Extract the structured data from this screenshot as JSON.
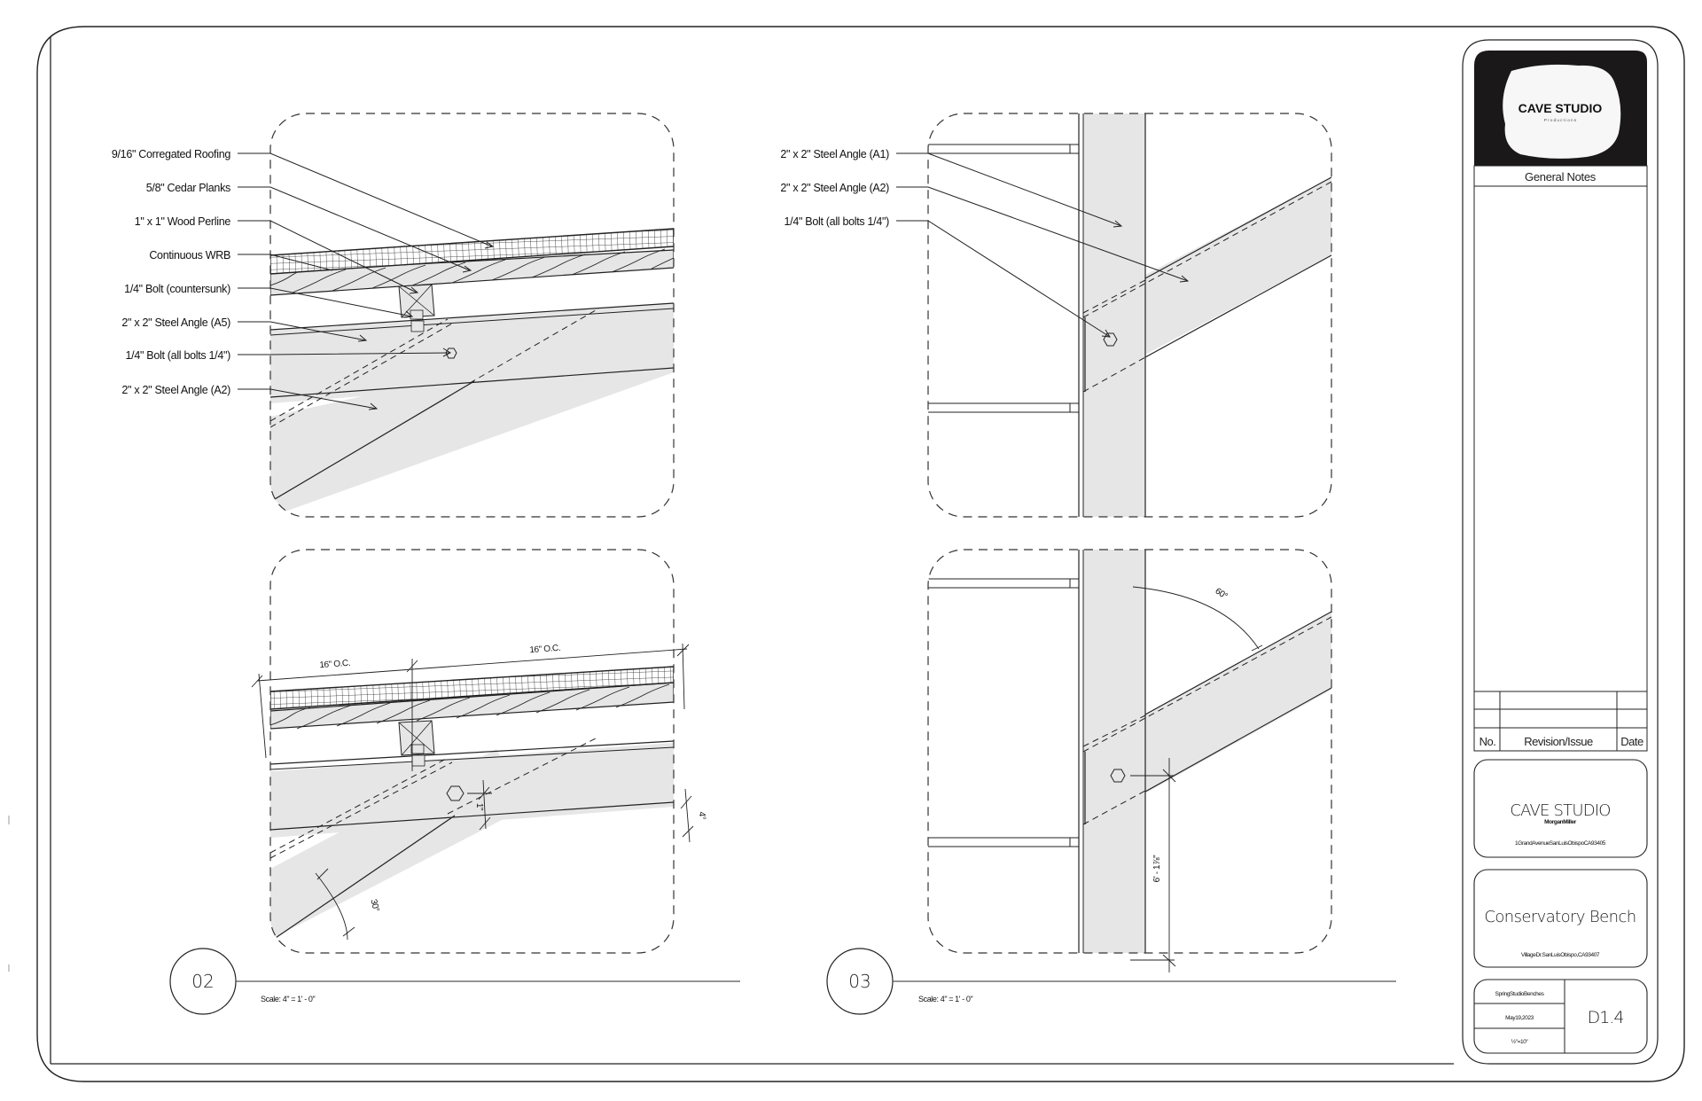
{
  "sheet": {
    "company_logo_title": "CAVE STUDIO",
    "company_logo_subtitle": "P r o d u c t i o n s",
    "general_notes_label": "General Notes",
    "revision_table": {
      "headers": [
        "No.",
        "Revision/Issue",
        "Date"
      ],
      "rows": [
        [
          "",
          "",
          ""
        ],
        [
          "",
          "",
          ""
        ]
      ]
    },
    "firm": {
      "name": "CAVE STUDIO",
      "person": "MorganMiller",
      "address": "1GrandAvenueSanLuisObispoCA93405"
    },
    "project": {
      "name": "Conservatory Bench",
      "address": "VillageDr.SanLuisObispo,CA93407"
    },
    "info": {
      "client": "SpringStudioBenches",
      "date": "May19,2023",
      "scale": "½\"=10\"",
      "sheet_number": "D1.4"
    }
  },
  "details": [
    {
      "id": "02",
      "scale": "Scale: 4\" = 1' - 0\"",
      "callouts": [
        "9/16\" Corregated Roofing",
        "5/8\" Cedar Planks",
        "1\" x 1\" Wood Perline",
        "Continuous WRB",
        "1/4\" Bolt (countersunk)",
        "2\" x 2\" Steel Angle (A5)",
        "1/4\" Bolt (all bolts 1/4\")",
        "2\" x 2\" Steel Angle (A2)"
      ],
      "dimensions": {
        "spacing_left": "16\" O.C.",
        "spacing_right": "16\" O.C.",
        "bolt_offset": "1\"",
        "slope": "4°",
        "angle": "30°"
      }
    },
    {
      "id": "03",
      "scale": "Scale: 4\" = 1' - 0\"",
      "callouts": [
        "2\" x 2\" Steel Angle (A1)",
        "2\" x 2\" Steel Angle (A2)",
        "1/4\" Bolt (all bolts 1/4\")"
      ],
      "dimensions": {
        "angle": "60°",
        "height": "6' - 1⅞\""
      }
    }
  ]
}
